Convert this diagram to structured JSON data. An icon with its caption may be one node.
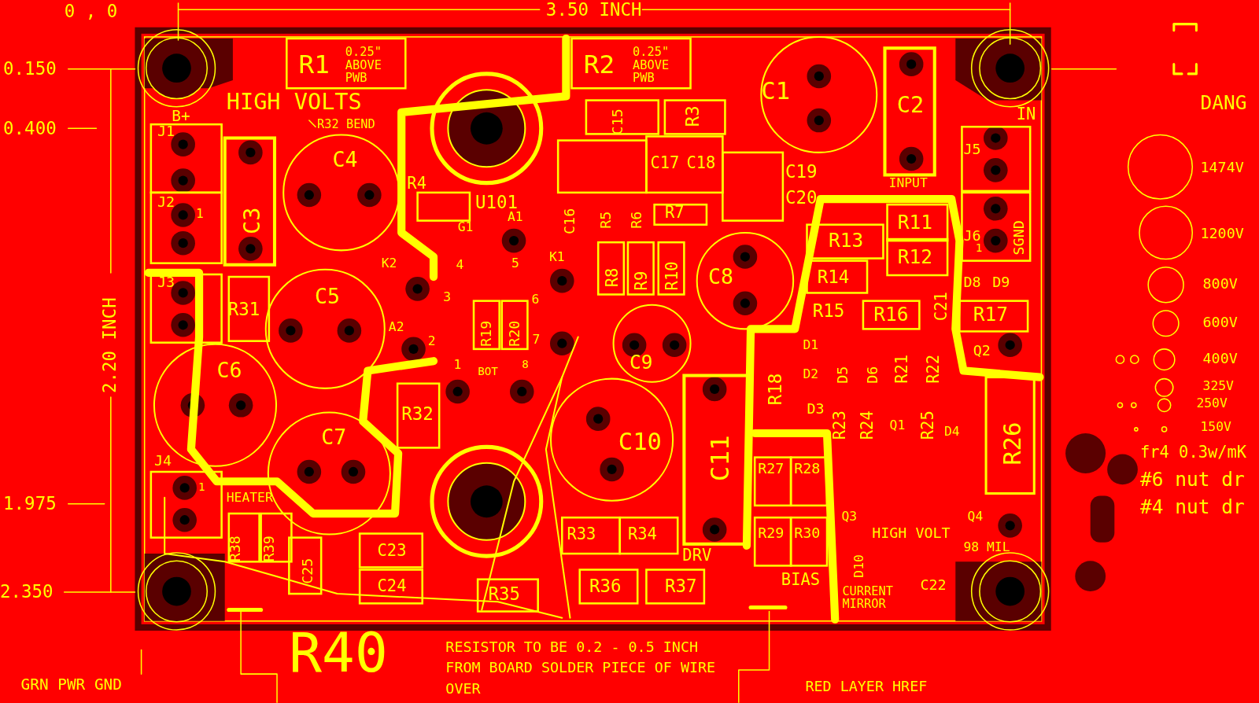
{
  "diagram": {
    "labels": [
      "0 , 0",
      "3.50 INCH",
      "0.150",
      "0.400",
      "2.20 INCH",
      "1.975",
      "2.350",
      "GRN PWR GND",
      "R1",
      "0.25\" ABOVE PWB",
      "R2",
      "0.25\" ABOVE PWB",
      "B+",
      "HIGH VOLTS",
      "R32 BEND",
      "C1",
      "C2",
      "IN",
      "DANG",
      "C15",
      "R3",
      "J1",
      "J2",
      "1",
      "C3",
      "C4",
      "R4",
      "U101",
      "C17",
      "C18",
      "C19",
      "C20",
      "INPUT",
      "J5",
      "1474V",
      "C16",
      "R5",
      "R6",
      "R7",
      "G1",
      "A1",
      "J6",
      "1",
      "SGND",
      "R11",
      "R13",
      "R12",
      "1200V",
      "J3",
      "K2",
      "4",
      "5",
      "K1",
      "R8",
      "R9",
      "R10",
      "C8",
      "R14",
      "C21",
      "D8",
      "D9",
      "800V",
      "R31",
      "C5",
      "A2",
      "3",
      "6",
      "R19",
      "R20",
      "R15",
      "R16",
      "R17",
      "600V",
      "C6",
      "2",
      "1",
      "BOT",
      "7",
      "8",
      "C9",
      "D1",
      "D2",
      "D5",
      "D6",
      "R21",
      "R22",
      "Q2",
      "400V",
      "R18",
      "325V",
      "250V",
      "D3",
      "R23",
      "R24",
      "Q1",
      "R25",
      "D4",
      "R26",
      "R32",
      "C7",
      "C10",
      "C11",
      "150V",
      "fr4 0.3w/mK",
      "#6 nut dr",
      "#4 nut dr",
      "J4",
      "1",
      "HEATER",
      "R27",
      "R28",
      "Q3",
      "Q4",
      "R38",
      "R39",
      "R33",
      "R34",
      "R29",
      "R30",
      "HIGH VOLT",
      "C25",
      "C23",
      "C24",
      "DRV",
      "R36",
      "R37",
      "D10",
      "98 MIL",
      "BIAS",
      "R35",
      "CURRENT MIRROR",
      "C22",
      "R40",
      "RESISTOR TO BE 0.2 - 0.5 INCH FROM BOARD SOLDER PIECE OF WIRE OVER",
      "RED LAYER HREF"
    ]
  }
}
